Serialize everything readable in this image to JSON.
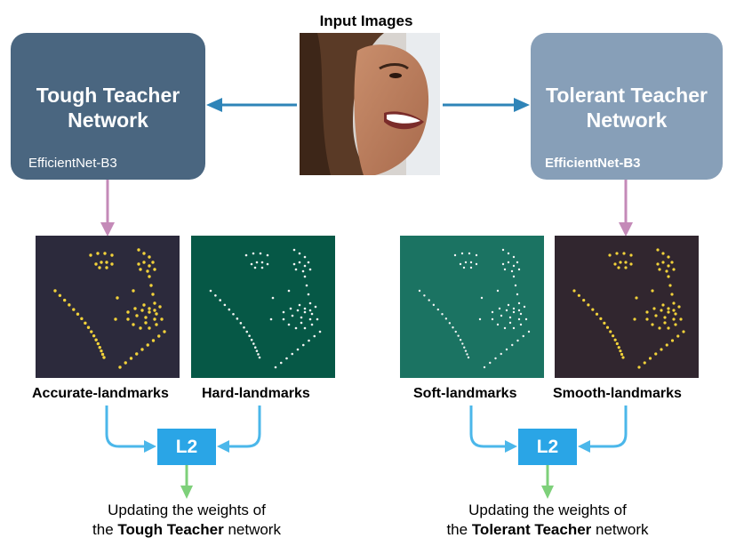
{
  "input_title": "Input Images",
  "tough_network": {
    "line1": "Tough Teacher",
    "line2": "Network",
    "backbone": "EfficientNet-B3"
  },
  "tolerant_network": {
    "line1": "Tolerant Teacher",
    "line2": "Network",
    "backbone": "EfficientNet-B3"
  },
  "landmark_labels": {
    "accurate": "Accurate-landmarks",
    "hard": "Hard-landmarks",
    "soft": "Soft-landmarks",
    "smooth": "Smooth-landmarks"
  },
  "loss_label": "L2",
  "captions": {
    "left": {
      "line1": "Updating the weights of",
      "pre": "the ",
      "bold": "Tough Teacher",
      "post": " network"
    },
    "right": {
      "line1": "Updating the weights of",
      "pre": "the ",
      "bold": "Tolerant Teacher",
      "post": " network"
    }
  },
  "colors": {
    "tough_box": "#4a6680",
    "tolerant_box": "#879fb8",
    "arrow_blue": "#2e84b8",
    "arrow_pink": "#c48ab8",
    "arrow_cyan": "#4bb7ea",
    "arrow_green": "#7ed07a",
    "panel_accurate": "#2c2a3c",
    "panel_hard": "#065846",
    "panel_soft": "#1b7362",
    "panel_smooth": "#31262f",
    "dot_yellow": "#f2d23a",
    "dot_white": "#f4f4f4"
  }
}
